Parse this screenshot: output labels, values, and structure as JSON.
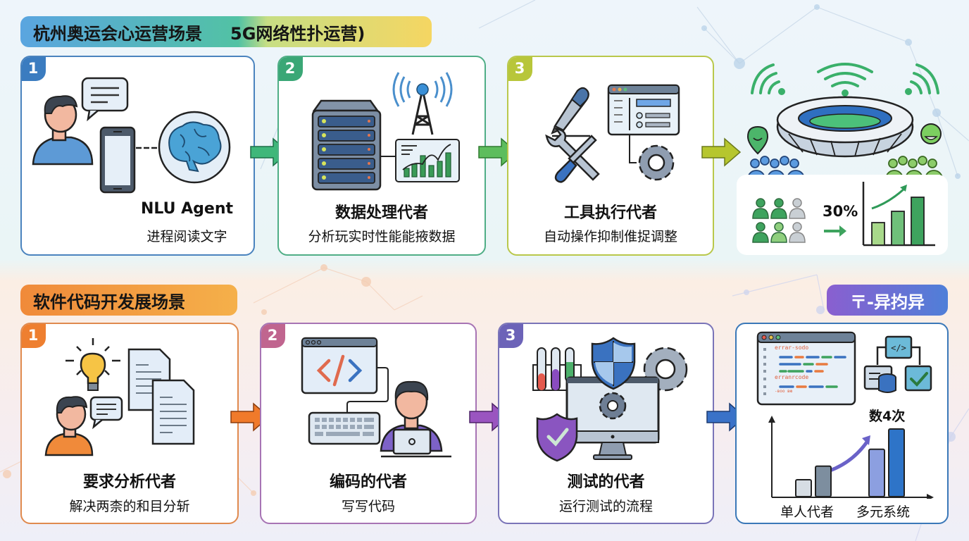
{
  "top_section": {
    "banner_left": "杭州奥运会心运营场景",
    "banner_right": "5G网络性扑运营)",
    "steps": [
      {
        "number": "1",
        "title": "NLU Agent",
        "subtitle": "进程阅读文字",
        "color": "#3b7cc0"
      },
      {
        "number": "2",
        "title": "数据处理代者",
        "subtitle": "分析玩实时性能能掖数据",
        "color": "#3aa776"
      },
      {
        "number": "3",
        "title": "工具执行代者",
        "subtitle": "自动操作抑制倠捉调整",
        "color": "#b8c63a"
      }
    ],
    "result_panel": {
      "percent_label": "30%"
    }
  },
  "bottom_section": {
    "banner_left": "软件代码开发展场景",
    "banner_right": "〒-异抣异",
    "steps": [
      {
        "number": "1",
        "title": "要求分析代者",
        "subtitle": "解决两柰的和目分斩",
        "color": "#ee7f30"
      },
      {
        "number": "2",
        "title": "编码的代者",
        "subtitle": "写写代码",
        "color": "#c0658f"
      },
      {
        "number": "3",
        "title": "测试的代者",
        "subtitle": "运行测试的流程",
        "color": "#6c63b8"
      }
    ],
    "result_panel": {
      "code_lines": [
        "errar-sodo",
        "erranrcode",
        "-вοο вю"
      ],
      "multiplier_label": "数4次",
      "x_labels": [
        "单人代者",
        "多元系统"
      ],
      "bars": [
        {
          "group": "单人代者",
          "value": 1.0,
          "color": "#d6dde4"
        },
        {
          "group": "单人代者",
          "value": 1.8,
          "color": "#7d8e9f"
        },
        {
          "group": "多元系统",
          "value": 2.8,
          "color": "#8c9fe0"
        },
        {
          "group": "多元系统",
          "value": 4.0,
          "color": "#2e74c8"
        }
      ]
    }
  }
}
